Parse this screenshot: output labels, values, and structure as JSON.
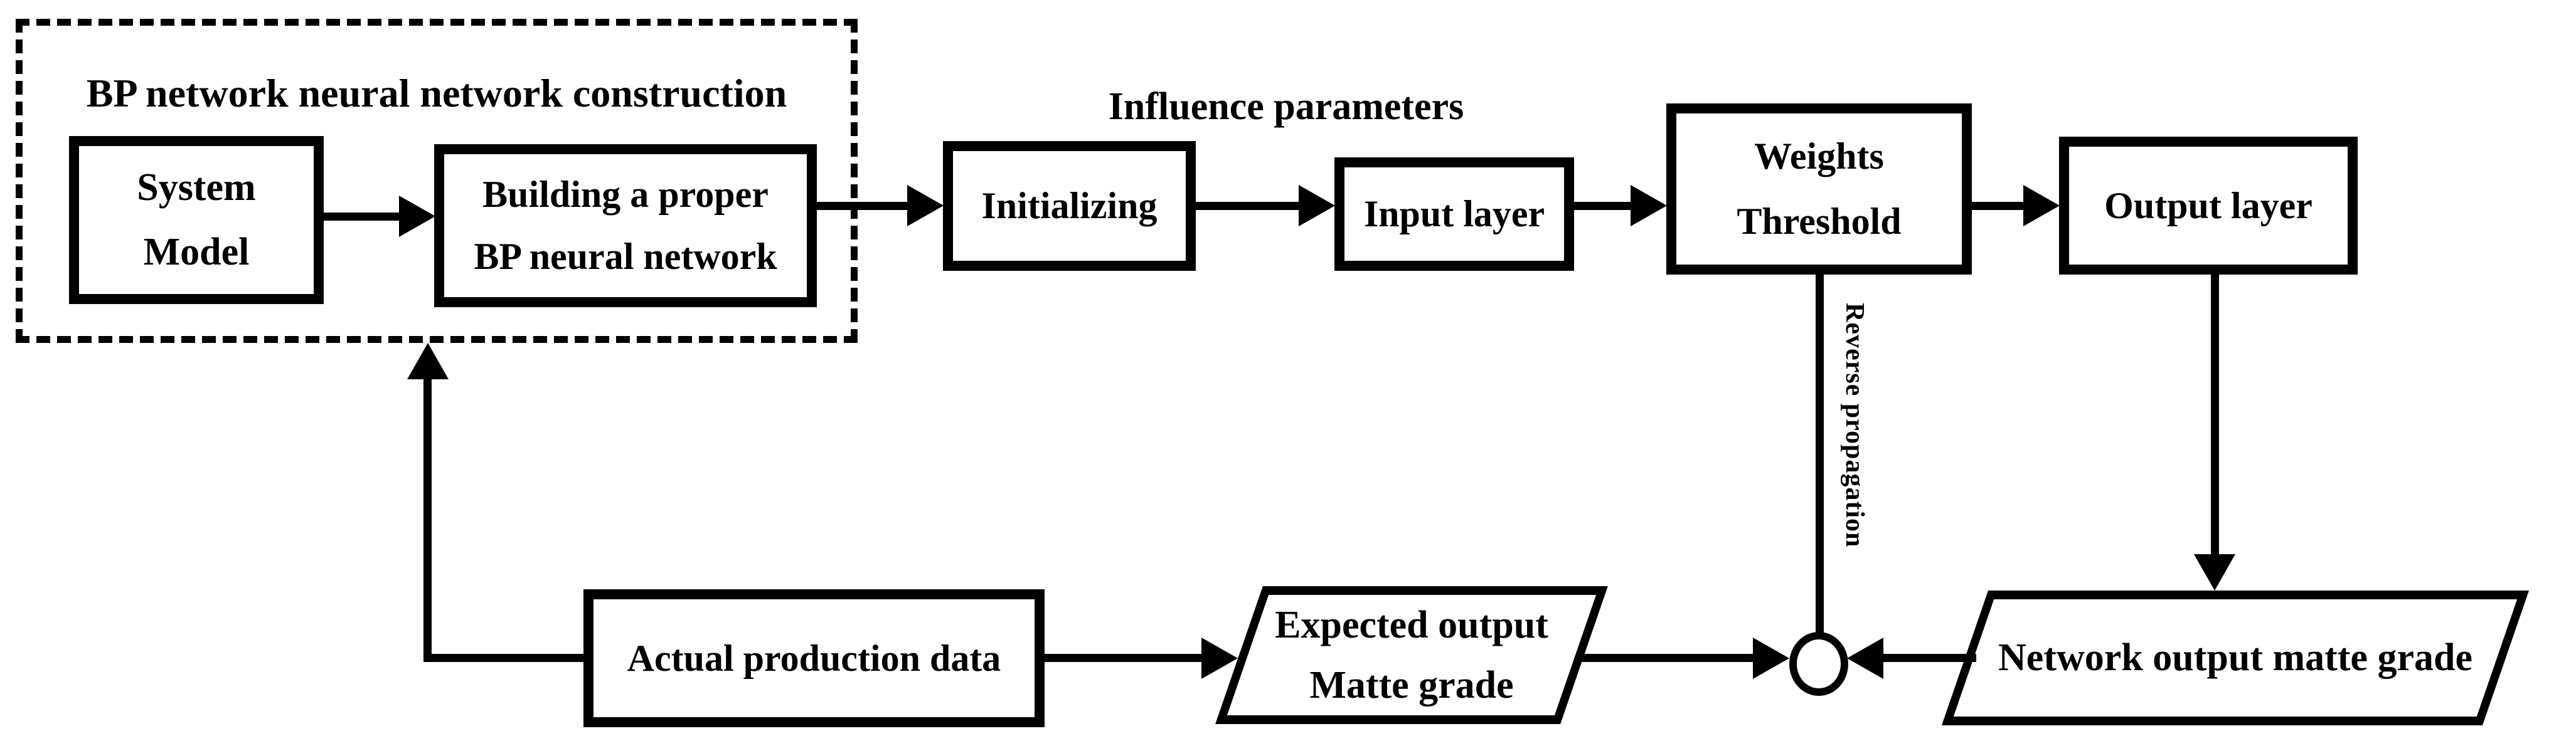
{
  "diagram": {
    "construction_group": {
      "title": "BP network neural network construction",
      "system_model": {
        "line1": "System",
        "line2": "Model"
      },
      "building": {
        "line1": "Building a proper",
        "line2": "BP neural network"
      }
    },
    "initializing": {
      "label": "Initializing"
    },
    "influence_label": "Influence parameters",
    "input_layer": {
      "label": "Input layer"
    },
    "weights_threshold": {
      "line1": "Weights",
      "line2": "Threshold"
    },
    "output_layer": {
      "label": "Output layer"
    },
    "reverse_label": "Reverse propagation",
    "actual_production": {
      "label": "Actual production data"
    },
    "expected_output": {
      "line1": "Expected output",
      "line2": "Matte grade"
    },
    "network_output": {
      "label": "Network output matte grade"
    },
    "colors": {
      "line": "#000000",
      "background": "#ffffff",
      "text": "#000000"
    }
  }
}
